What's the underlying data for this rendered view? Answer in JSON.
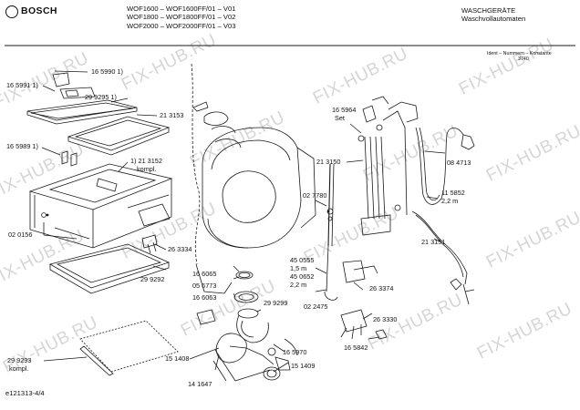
{
  "header": {
    "brand": "BOSCH",
    "models": [
      "WOF1600 – WOF1600FF/01 – V01",
      "WOF1800 – WOF1800FF/01 – V02",
      "WOF2000 – WOF2000FF/01 – V03"
    ],
    "category": "WASCHGERÄTE",
    "subcategory": "Waschvollautomaten",
    "ident_label": "Ident – Nummern – Konstante",
    "ident_value": "3740"
  },
  "footer": {
    "doc_id": "e121313-4/4"
  },
  "watermark": "FIX-HUB.RU",
  "part_labels": {
    "p165990": "16 5990 1)",
    "p165991": "16 5991 1)",
    "p299295": "29 9295 1)",
    "p213153": "21 3153",
    "p165989": "16 5989 1)",
    "p213152": "1) 21 3152",
    "p213152_kompl": "kompl.",
    "p020156": "02 0156",
    "p263334": "26 3334",
    "p299292": "29 9292",
    "p299293": "29 9293",
    "p299293_kompl": "kompl.",
    "p165964": "16 5964",
    "p165964_set": "Set",
    "p213150": "21 3150",
    "p027780": "02 7780",
    "p084713": "08 4713",
    "p115852": "11 5852",
    "p115852_len": "2,2 m",
    "p213151": "21 3151",
    "p450555": "45 0555",
    "p450555_len": "1,5 m",
    "p450652": "45 0652",
    "p450652_len": "2,2 m",
    "p160065": "16 6065",
    "p056773": "05 6773",
    "p160063": "16 6063",
    "p299299": "29 9299",
    "p022475": "02 2475",
    "p263374": "26 3374",
    "p263330": "26 3330",
    "p165842": "16 5842",
    "p165970": "16 5970",
    "p151408": "15 1408",
    "p151409": "15 1409",
    "p141647": "14 1647"
  }
}
